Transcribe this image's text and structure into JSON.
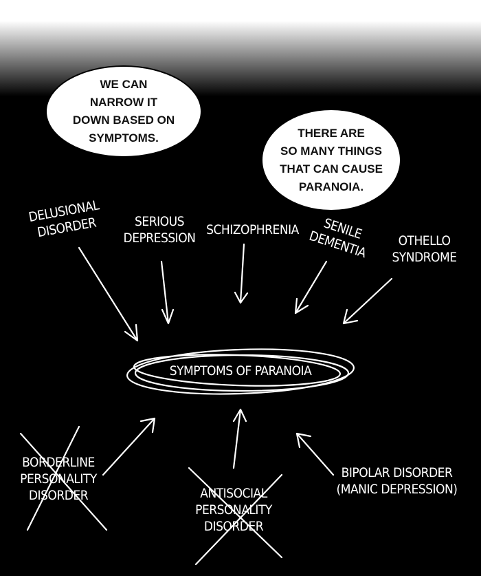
{
  "bubbles": [
    {
      "text": "WE CAN\nNARROW IT\nDOWN BASED ON\nSYMPTOMS."
    },
    {
      "text": "THERE ARE\nSO MANY THINGS\nTHAT CAN CAUSE\nPARANOIA."
    }
  ],
  "center": {
    "label": "SYMPTOMS OF PARANOIA"
  },
  "causes": [
    {
      "label": "DELUSIONAL\nDISORDER"
    },
    {
      "label": "SERIOUS\nDEPRESSION"
    },
    {
      "label": "SCHIZOPHRENIA"
    },
    {
      "label": "SENILE\nDEMENTIA"
    },
    {
      "label": "OTHELLO\nSYNDROME"
    },
    {
      "label": "BORDERLINE\nPERSONALITY\nDISORDER",
      "crossed_out": true
    },
    {
      "label": "ANTISOCIAL\nPERSONALITY\nDISORDER",
      "crossed_out": true
    },
    {
      "label": "BIPOLAR DISORDER\n(MANIC DEPRESSION)",
      "crossed_out": false
    }
  ]
}
